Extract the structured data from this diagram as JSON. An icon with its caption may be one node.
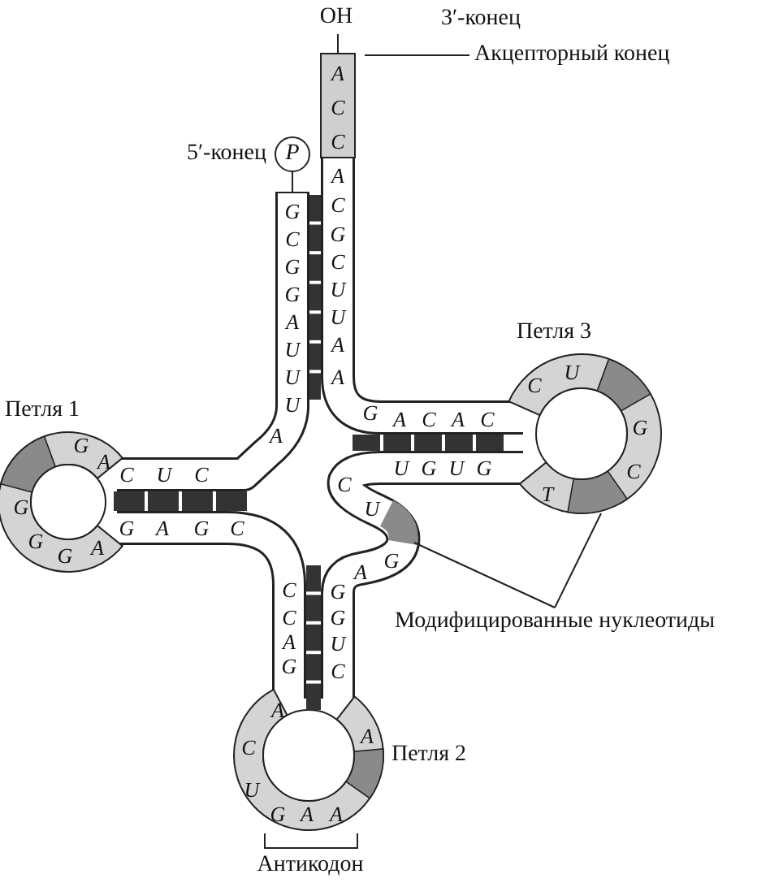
{
  "diagram": {
    "nodes": [
      {
        "text": [
          "Акцепторный конец"
        ]
      },
      {
        "text": [
          "P"
        ],
        "beside": [
          "5′-конец"
        ]
      },
      {
        "text": [
          "Модифицированные нуклеотиды"
        ]
      },
      {
        "text": [],
        "shape": "box"
      }
    ],
    "edges": [
      {
        "from": 0,
        "to": 3,
        "arrow": "none"
      },
      {
        "from": 2,
        "to": null,
        "arrow": "none"
      },
      {
        "from": 2,
        "to": null,
        "arrow": "none"
      }
    ],
    "labels": [
      "OH",
      "3′-конец",
      "A",
      "C",
      "C",
      "A",
      "C",
      "G",
      "C",
      "U",
      "U",
      "A",
      "A",
      "G",
      "C",
      "G",
      "G",
      "A",
      "U",
      "U",
      "U",
      "A",
      "G",
      "A",
      "C",
      "A",
      "C",
      "C",
      "U",
      "G",
      "C",
      "T",
      "U",
      "G",
      "U",
      "G",
      "C",
      "U",
      "G",
      "A",
      "G",
      "G",
      "U",
      "C",
      "C",
      "C",
      "A",
      "G",
      "A",
      "C",
      "U",
      "G",
      "A",
      "A",
      "A",
      "C",
      "U",
      "C",
      "G",
      "A",
      "G",
      "C",
      "G",
      "A",
      "G",
      "G",
      "G",
      "A",
      "Петля 1",
      "Петля 3",
      "Петля 2",
      "Антикодон"
    ]
  }
}
